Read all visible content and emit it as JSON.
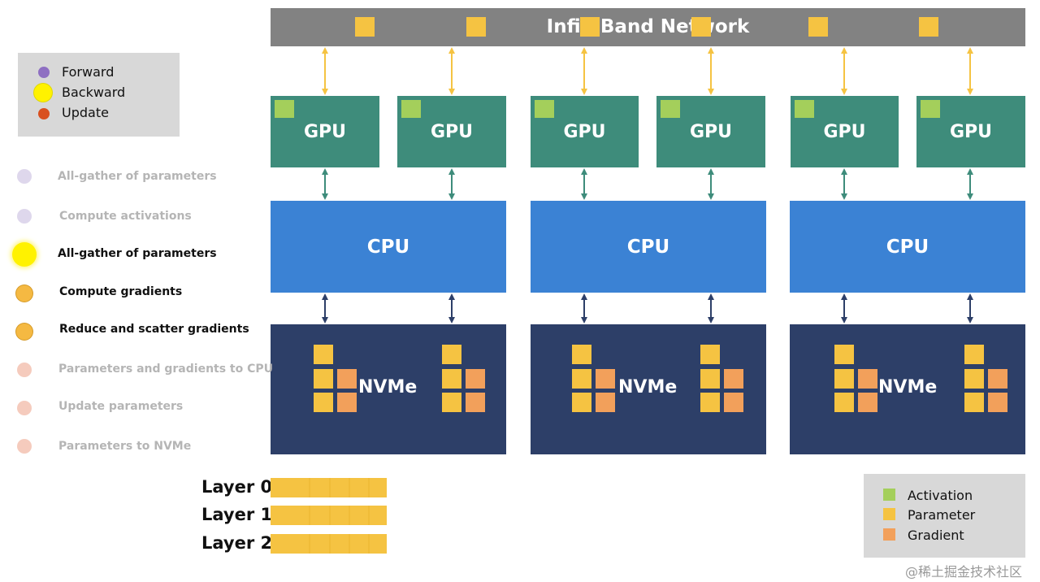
{
  "network": {
    "label": "InfiniBand Network"
  },
  "gpu_label": "GPU",
  "cpu_label": "CPU",
  "nvme_label": "NVMe",
  "legend_phases": [
    {
      "label": "Forward",
      "color": "#8e6fc2"
    },
    {
      "label": "Backward",
      "color": "#fff200"
    },
    {
      "label": "Update",
      "color": "#d9501f"
    }
  ],
  "steps": [
    {
      "label": "All-gather of parameters",
      "active": false,
      "color": "#ded7ec"
    },
    {
      "label": "Compute activations",
      "active": false,
      "color": "#ded7ec"
    },
    {
      "label": "All-gather of parameters",
      "active": true,
      "color": "#fff200"
    },
    {
      "label": "Compute gradients",
      "active": true,
      "color": "#f5b942"
    },
    {
      "label": "Reduce and scatter gradients",
      "active": true,
      "color": "#f5b942"
    },
    {
      "label": "Parameters and gradients to CPU",
      "active": false,
      "color": "#f5cbbd"
    },
    {
      "label": "Update parameters",
      "active": false,
      "color": "#f5cbbd"
    },
    {
      "label": "Parameters to NVMe",
      "active": false,
      "color": "#f5cbbd"
    }
  ],
  "layers": [
    "Layer 0",
    "Layer 1",
    "Layer 2"
  ],
  "legend_types": [
    {
      "label": "Activation",
      "color": "#a4cf5b"
    },
    {
      "label": "Parameter",
      "color": "#f5c342"
    },
    {
      "label": "Gradient",
      "color": "#f2a05b"
    }
  ],
  "watermark": "@稀土掘金技术社区",
  "colors": {
    "network": "#828282",
    "gpu": "#3e8c7b",
    "cpu": "#3b82d4",
    "nvme": "#2d3f68",
    "arrow_net": "#f5c342",
    "arrow_gpu": "#3e8c7b",
    "arrow_cpu": "#2d3f68"
  }
}
